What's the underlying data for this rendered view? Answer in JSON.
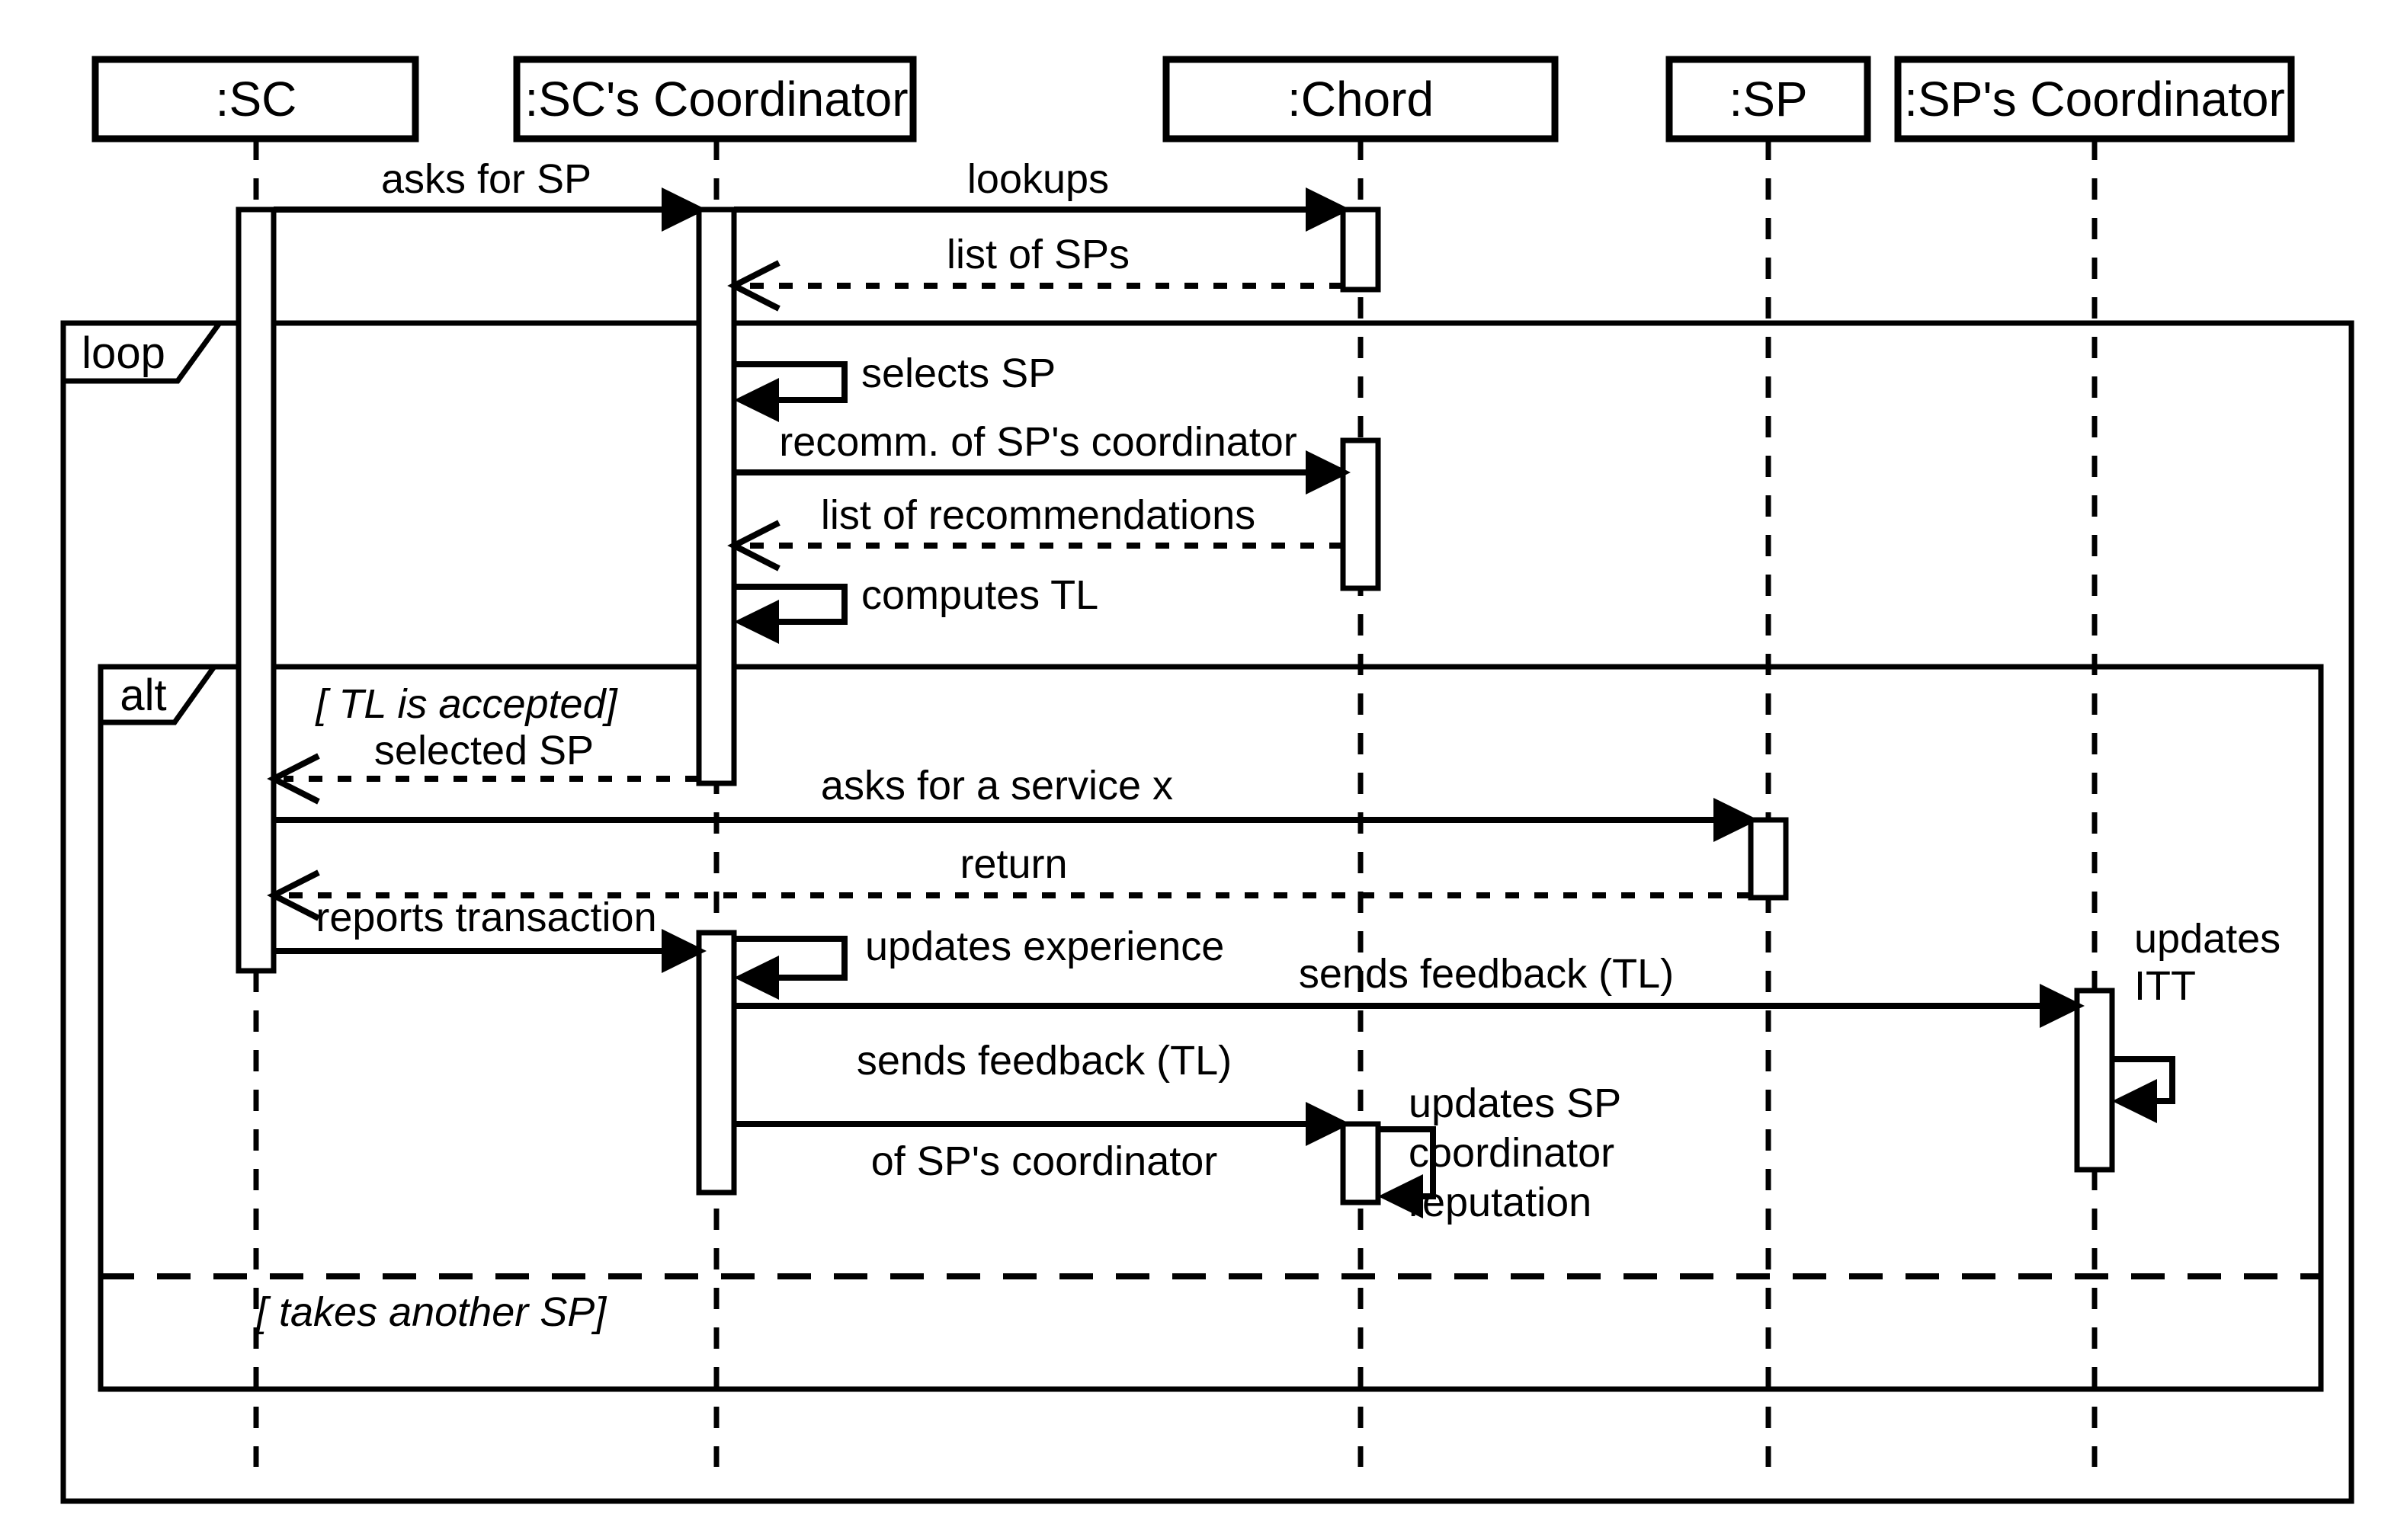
{
  "diagram_type": "uml-sequence-diagram",
  "lifelines": {
    "sc": ":SC",
    "sc_coordinator": ":SC's Coordinator",
    "chord": ":Chord",
    "sp": ":SP",
    "sp_coordinator": ":SP's Coordinator"
  },
  "frames": {
    "loop_label": "loop",
    "alt_label": "alt",
    "guard_tl_accepted": "[ TL is accepted]",
    "guard_takes_another": "[ takes another SP]"
  },
  "messages": {
    "asks_for_sp": "asks for SP",
    "lookups": "lookups",
    "list_of_sps": "list of SPs",
    "selects_sp": "selects SP",
    "recomm_of_sp_coordinator": "recomm. of SP's coordinator",
    "list_of_recommendations": "list of recommendations",
    "computes_tl": "computes TL",
    "selected_sp": "selected SP",
    "asks_for_service_x": "asks for a service x",
    "return_msg": "return",
    "reports_transaction": "reports transaction",
    "updates_experience": "updates experience",
    "sends_feedback_tl_1": "sends feedback (TL)",
    "updates_itt_line1": "updates",
    "updates_itt_line2": "ITT",
    "sends_feedback_tl_2": "sends feedback (TL)",
    "of_sp_coordinator": "of SP's coordinator",
    "updates_sp_rep_line1": "updates SP",
    "updates_sp_rep_line2": "coordinator",
    "updates_sp_rep_line3": "reputation"
  },
  "colors": {
    "stroke": "#000000",
    "background": "#ffffff"
  }
}
